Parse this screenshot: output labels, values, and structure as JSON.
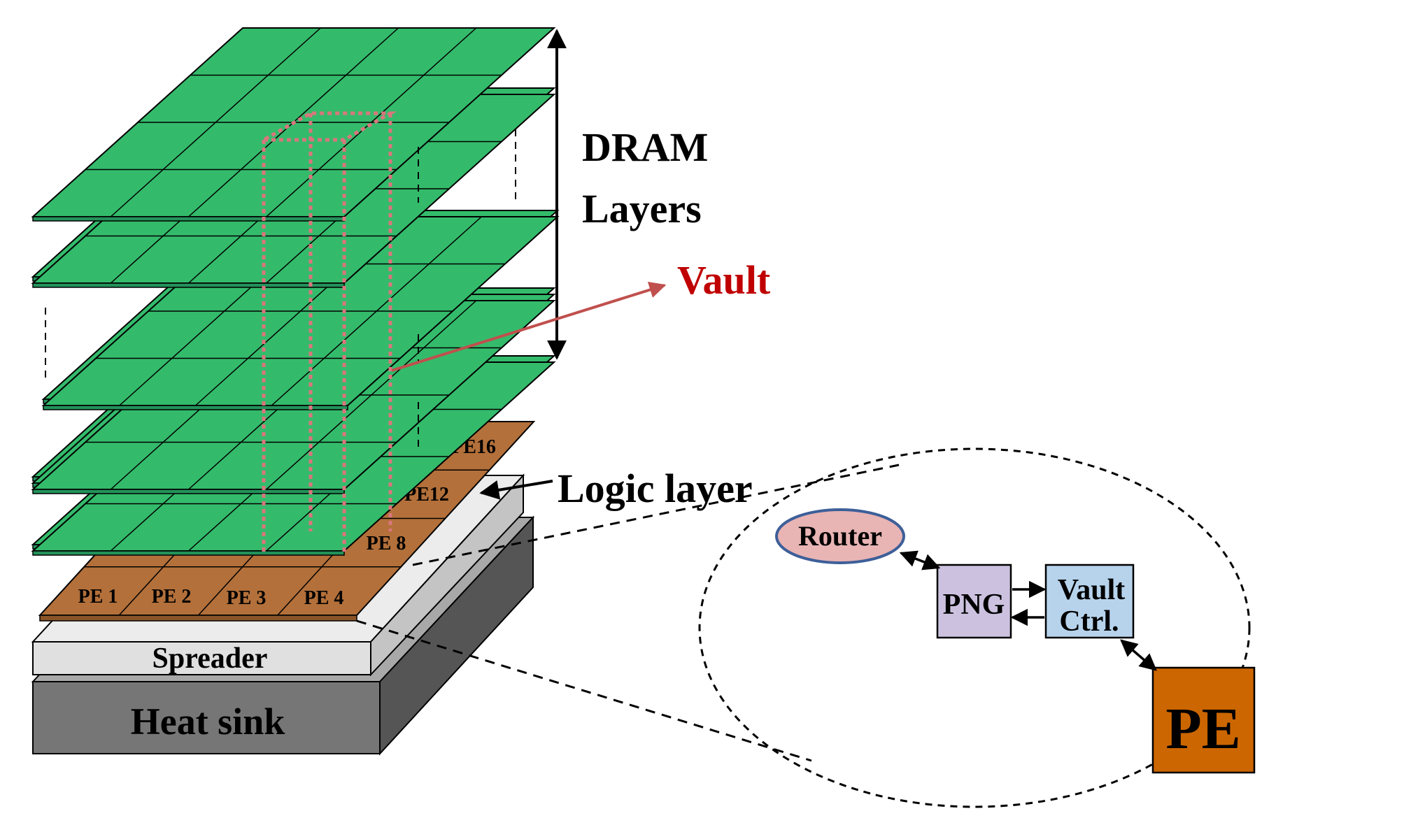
{
  "labels": {
    "dram_line1": "DRAM",
    "dram_line2": "Layers",
    "vault": "Vault",
    "logic_layer": "Logic layer",
    "spreader": "Spreader",
    "heat_sink": "Heat sink"
  },
  "pe_labels": {
    "pe1": "PE 1",
    "pe2": "PE 2",
    "pe3": "PE 3",
    "pe4": "PE 4",
    "pe8": "PE 8",
    "pe12": "PE12",
    "pe16": "PE16"
  },
  "detail": {
    "router": "Router",
    "png": "PNG",
    "vault_ctrl_line1": "Vault",
    "vault_ctrl_line2": "Ctrl.",
    "pe": "PE"
  },
  "colors": {
    "dram_layer": "#33bb6b",
    "logic_layer": "#b3703a",
    "spreader": "#e0e0e0",
    "heat_sink": "#767676",
    "vault_outline": "#d9767d",
    "vault_label": "#c00000",
    "router_fill": "#e8b4b4",
    "router_stroke": "#3d5f99",
    "png_fill": "#ccc2e0",
    "vault_ctrl_fill": "#b7d3ec",
    "pe_fill": "#cc6600"
  }
}
